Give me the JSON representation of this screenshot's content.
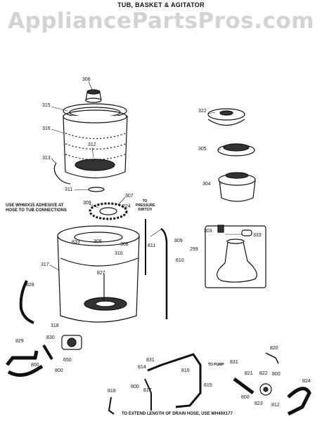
{
  "title": "TUB, BASKET & AGITATOR",
  "watermark": "AppliancePartsPros.com",
  "notes": {
    "adhesive": "USE WH60X15 ADHESIVE AT HOSE TO TUB CONNECTIONS",
    "pressure_switch": "TO PRESSURE SWITCH",
    "to_pump": "TO PUMP",
    "drain_hose": "TO EXTEND LENGTH OF DRAIN HOSE, USE WH49X177"
  },
  "callouts": [
    "306",
    "315",
    "316",
    "312",
    "313",
    "311",
    "309",
    "307",
    "224",
    "322",
    "305",
    "304",
    "303",
    "333",
    "299",
    "809",
    "811",
    "810",
    "833",
    "309",
    "308",
    "310",
    "827",
    "317",
    "828",
    "318",
    "829",
    "830",
    "800",
    "800",
    "650",
    "814",
    "831",
    "816",
    "815",
    "817",
    "800",
    "818",
    "821",
    "831",
    "822",
    "800",
    "800",
    "823",
    "820",
    "824",
    "812"
  ]
}
